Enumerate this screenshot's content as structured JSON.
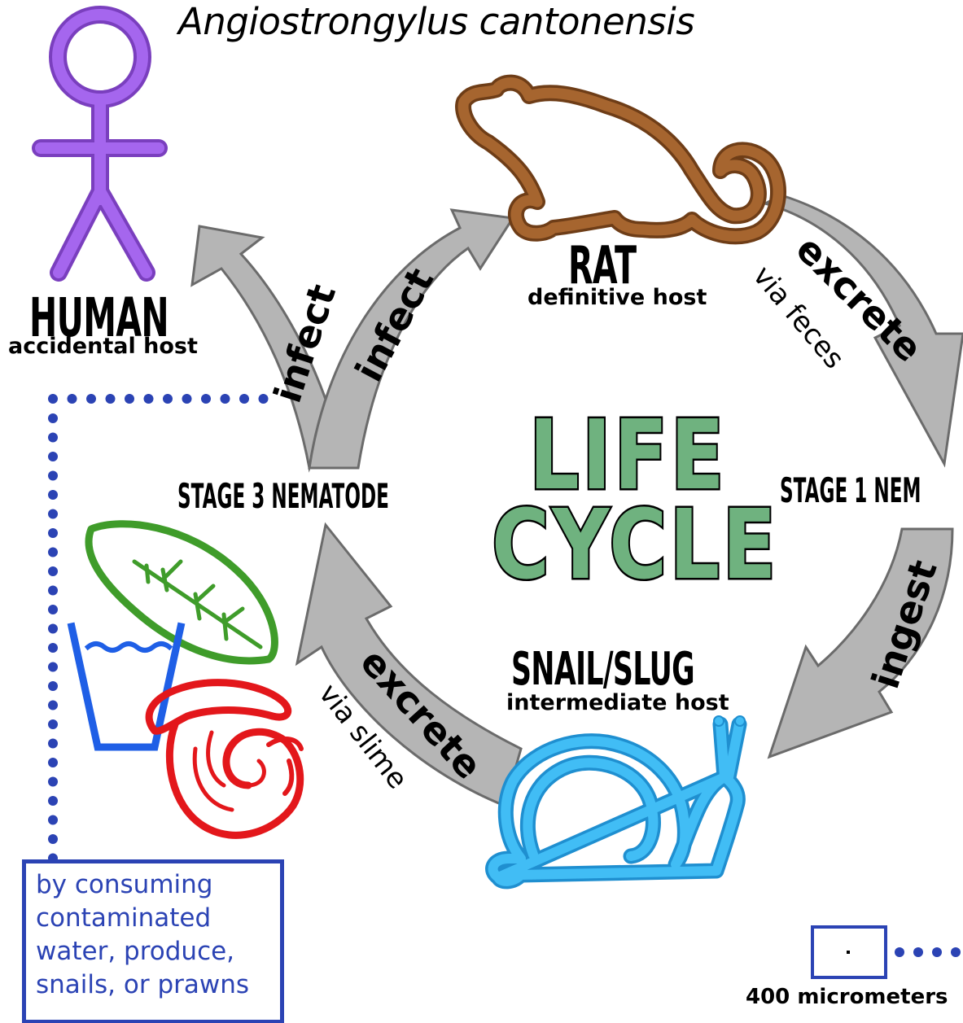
{
  "title": "Angiostrongylus cantonensis",
  "hosts": {
    "human": {
      "name": "HUMAN",
      "role": "accidental host"
    },
    "rat": {
      "name": "RAT",
      "role": "definitive host"
    },
    "snail": {
      "name": "SNAIL/SLUG",
      "role": "intermediate host"
    }
  },
  "stages": {
    "stage3": "STAGE 3 NEMATODE",
    "stage1": "STAGE 1 NEM"
  },
  "center": {
    "line1": "LIFE",
    "line2": "CYCLE"
  },
  "arrows": {
    "infect_human": "infect",
    "infect_rat": "infect",
    "excrete_rat": "excrete",
    "excrete_rat_sub": "via feces",
    "ingest": "ingest",
    "excrete_snail": "excrete",
    "excrete_snail_sub": "via slime"
  },
  "note": "by consuming\ncontaminated\nwater, produce,\nsnails, or prawns",
  "scale": "400 micrometers",
  "colors": {
    "human": "#9b59e6",
    "rat": "#a0602e",
    "snail": "#39b4f0",
    "prawn": "#e3171b",
    "leaf": "#3f9c2a",
    "cup": "#1f5fe6",
    "arrow": "#b5b5b5",
    "note_blue": "#2b43b4",
    "center_green": "#6fb27f"
  },
  "icons": [
    "human-stick-figure-icon",
    "rat-icon",
    "snail-icon",
    "leaf-icon",
    "water-cup-icon",
    "prawn-icon"
  ]
}
